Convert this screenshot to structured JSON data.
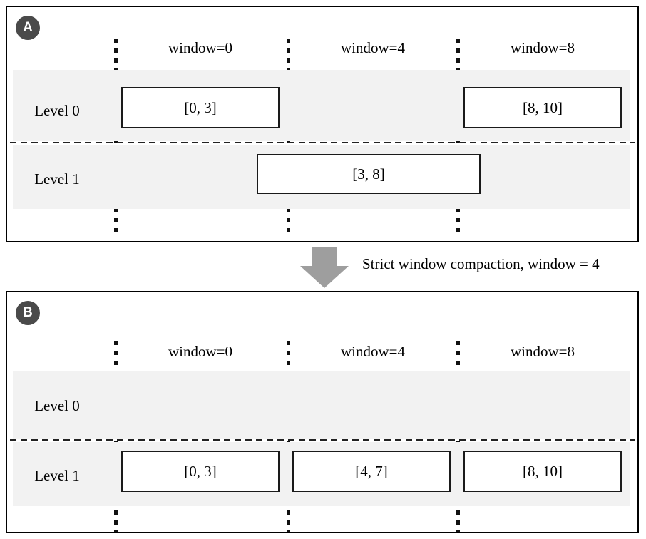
{
  "colors": {
    "band": "#f2f2f2",
    "badge": "#4a4a4a",
    "arrow": "#9e9e9e"
  },
  "panelA": {
    "badge": "A",
    "headers": [
      "window=0",
      "window=4",
      "window=8"
    ],
    "levels": [
      "Level 0",
      "Level 1"
    ],
    "boxes": {
      "b03": "[0, 3]",
      "b810": "[8, 10]",
      "b38": "[3, 8]"
    }
  },
  "transition": {
    "label": "Strict window compaction, window = 4"
  },
  "panelB": {
    "badge": "B",
    "headers": [
      "window=0",
      "window=4",
      "window=8"
    ],
    "levels": [
      "Level 0",
      "Level 1"
    ],
    "boxes": {
      "b03": "[0, 3]",
      "b47": "[4, 7]",
      "b810": "[8, 10]"
    }
  }
}
